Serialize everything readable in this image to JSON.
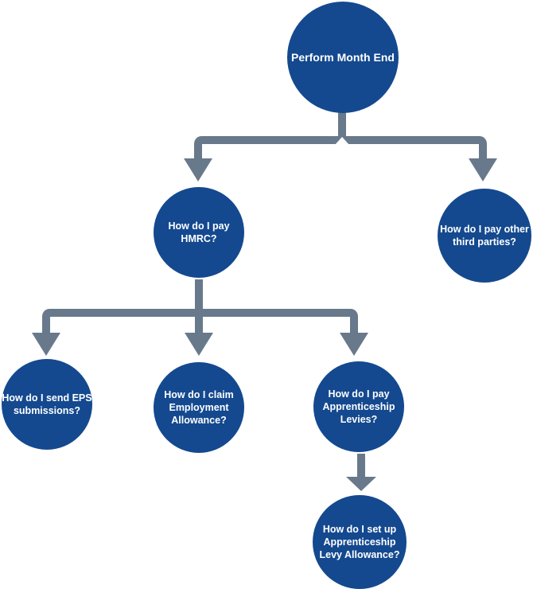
{
  "diagram": {
    "type": "flowchart",
    "nodes": [
      {
        "id": "perform-month-end",
        "label": "Perform Month End"
      },
      {
        "id": "pay-hmrc",
        "label": "How do I pay\nHMRC?"
      },
      {
        "id": "pay-other-third-parties",
        "label": "How do I pay other\nthird parties?"
      },
      {
        "id": "send-eps-submissions",
        "label": "How do I send EPS\nsubmissions?"
      },
      {
        "id": "claim-employment-allowance",
        "label": "How do I claim\nEmployment\nAllowance?"
      },
      {
        "id": "pay-apprenticeship-levies",
        "label": "How do I pay\nApprenticeship\nLevies?"
      },
      {
        "id": "setup-apprenticeship-levy-allowance",
        "label": "How do I set up\nApprenticeship\nLevy Allowance?"
      }
    ],
    "edges": [
      {
        "from": "perform-month-end",
        "to": "pay-hmrc"
      },
      {
        "from": "perform-month-end",
        "to": "pay-other-third-parties"
      },
      {
        "from": "pay-hmrc",
        "to": "send-eps-submissions"
      },
      {
        "from": "pay-hmrc",
        "to": "claim-employment-allowance"
      },
      {
        "from": "pay-hmrc",
        "to": "pay-apprenticeship-levies"
      },
      {
        "from": "pay-apprenticeship-levies",
        "to": "setup-apprenticeship-levy-allowance"
      }
    ],
    "colors": {
      "node_fill": "#14498F",
      "node_text": "#FFFFFF",
      "connector": "#68798C",
      "background": "#FFFFFF"
    }
  }
}
